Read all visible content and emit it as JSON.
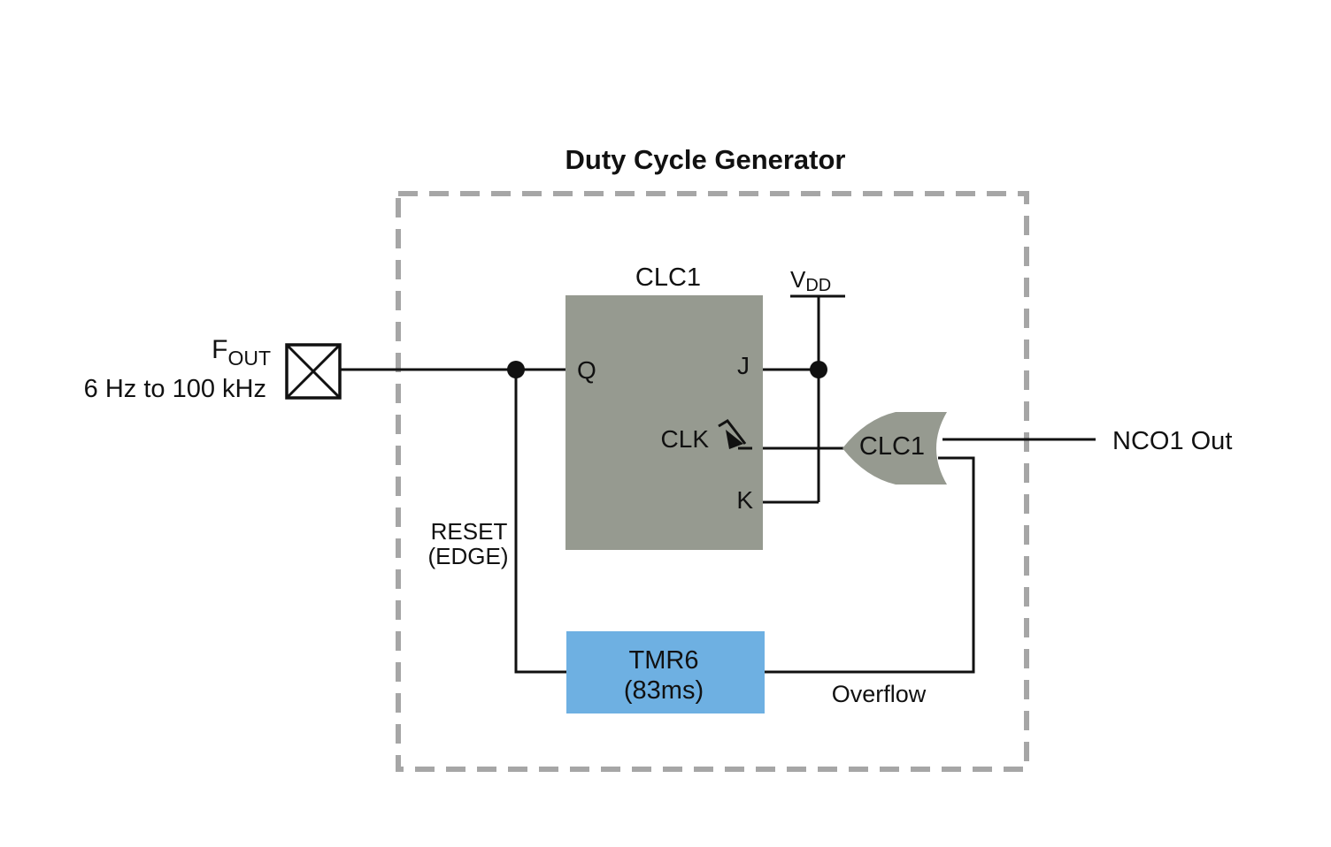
{
  "title": "Duty Cycle Generator",
  "input": {
    "name_main": "F",
    "name_sub": "OUT",
    "range": "6 Hz to 100 kHz"
  },
  "flipflop": {
    "title": "CLC1",
    "pin_q": "Q",
    "pin_j": "J",
    "pin_clk": "CLK",
    "pin_k": "K",
    "fill": "#969a90"
  },
  "vdd": {
    "main": "V",
    "sub": "DD"
  },
  "or_gate": {
    "label": "CLC1",
    "fill": "#969a90"
  },
  "output": {
    "label": "NCO1 Out"
  },
  "reset": {
    "line1": "RESET",
    "line2": "(EDGE)"
  },
  "timer": {
    "line1": "TMR6",
    "line2": "(83ms)",
    "fill": "#6eb0e2"
  },
  "overflow": {
    "label": "Overflow"
  },
  "colors": {
    "boundary": "#a6a6a6",
    "wire": "#111111"
  }
}
